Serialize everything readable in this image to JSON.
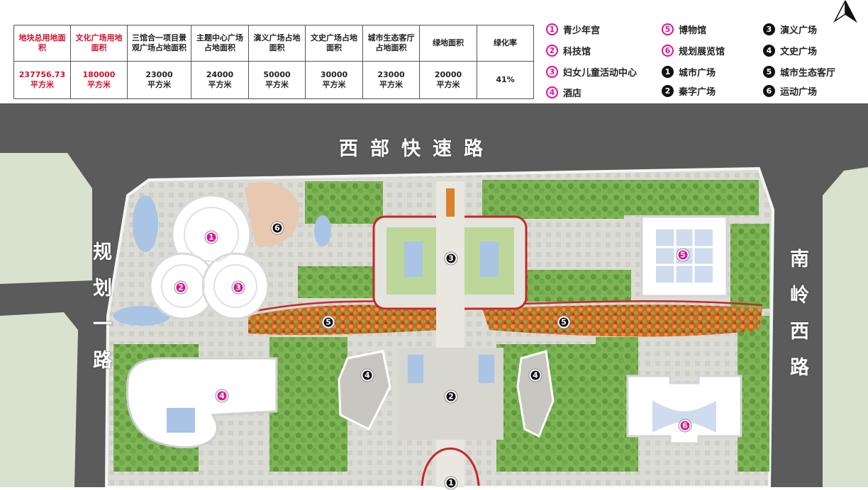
{
  "table": {
    "headers": [
      "地块总用地面积",
      "文化广场用地面积",
      "三馆合一项目景观广场占地面积",
      "主题中心广场占地面积",
      "演义广场占地面积",
      "文史广场占地面积",
      "城市生态客厅占地面积",
      "绿地面积",
      "绿化率"
    ],
    "values": [
      {
        "num": "237756.73",
        "unit": "平方米"
      },
      {
        "num": "180000",
        "unit": "平方米"
      },
      {
        "num": "23000",
        "unit": "平方米"
      },
      {
        "num": "24000",
        "unit": "平方米"
      },
      {
        "num": "50000",
        "unit": "平方米"
      },
      {
        "num": "30000",
        "unit": "平方米"
      },
      {
        "num": "23000",
        "unit": "平方米"
      },
      {
        "num": "20000",
        "unit": "平方米"
      },
      {
        "num": "41%",
        "unit": ""
      }
    ]
  },
  "legend": {
    "buildings": [
      {
        "num": "1",
        "label": "青少年宫"
      },
      {
        "num": "2",
        "label": "科技馆"
      },
      {
        "num": "3",
        "label": "妇女儿童活动中心"
      },
      {
        "num": "4",
        "label": "酒店"
      },
      {
        "num": "5",
        "label": "博物馆"
      },
      {
        "num": "6",
        "label": "规划展览馆"
      }
    ],
    "plazas": [
      {
        "num": "1",
        "label": "城市广场"
      },
      {
        "num": "2",
        "label": "秦字广场"
      },
      {
        "num": "3",
        "label": "演义广场"
      },
      {
        "num": "4",
        "label": "文史广场"
      },
      {
        "num": "5",
        "label": "城市生态客厅"
      },
      {
        "num": "6",
        "label": "运动广场"
      }
    ]
  },
  "map": {
    "roads": {
      "north": "西部快速路",
      "west": "规划一路",
      "east": "南岭西路"
    },
    "building_markers": [
      "1",
      "2",
      "3",
      "4",
      "5",
      "6"
    ],
    "plaza_markers": [
      "1",
      "2",
      "3",
      "4",
      "4",
      "5",
      "5",
      "6"
    ]
  },
  "colors": {
    "accent_red": "#d3102a",
    "marker_pink": "#e0109a",
    "road": "#5b5b5b",
    "green": "#6fa84a"
  }
}
